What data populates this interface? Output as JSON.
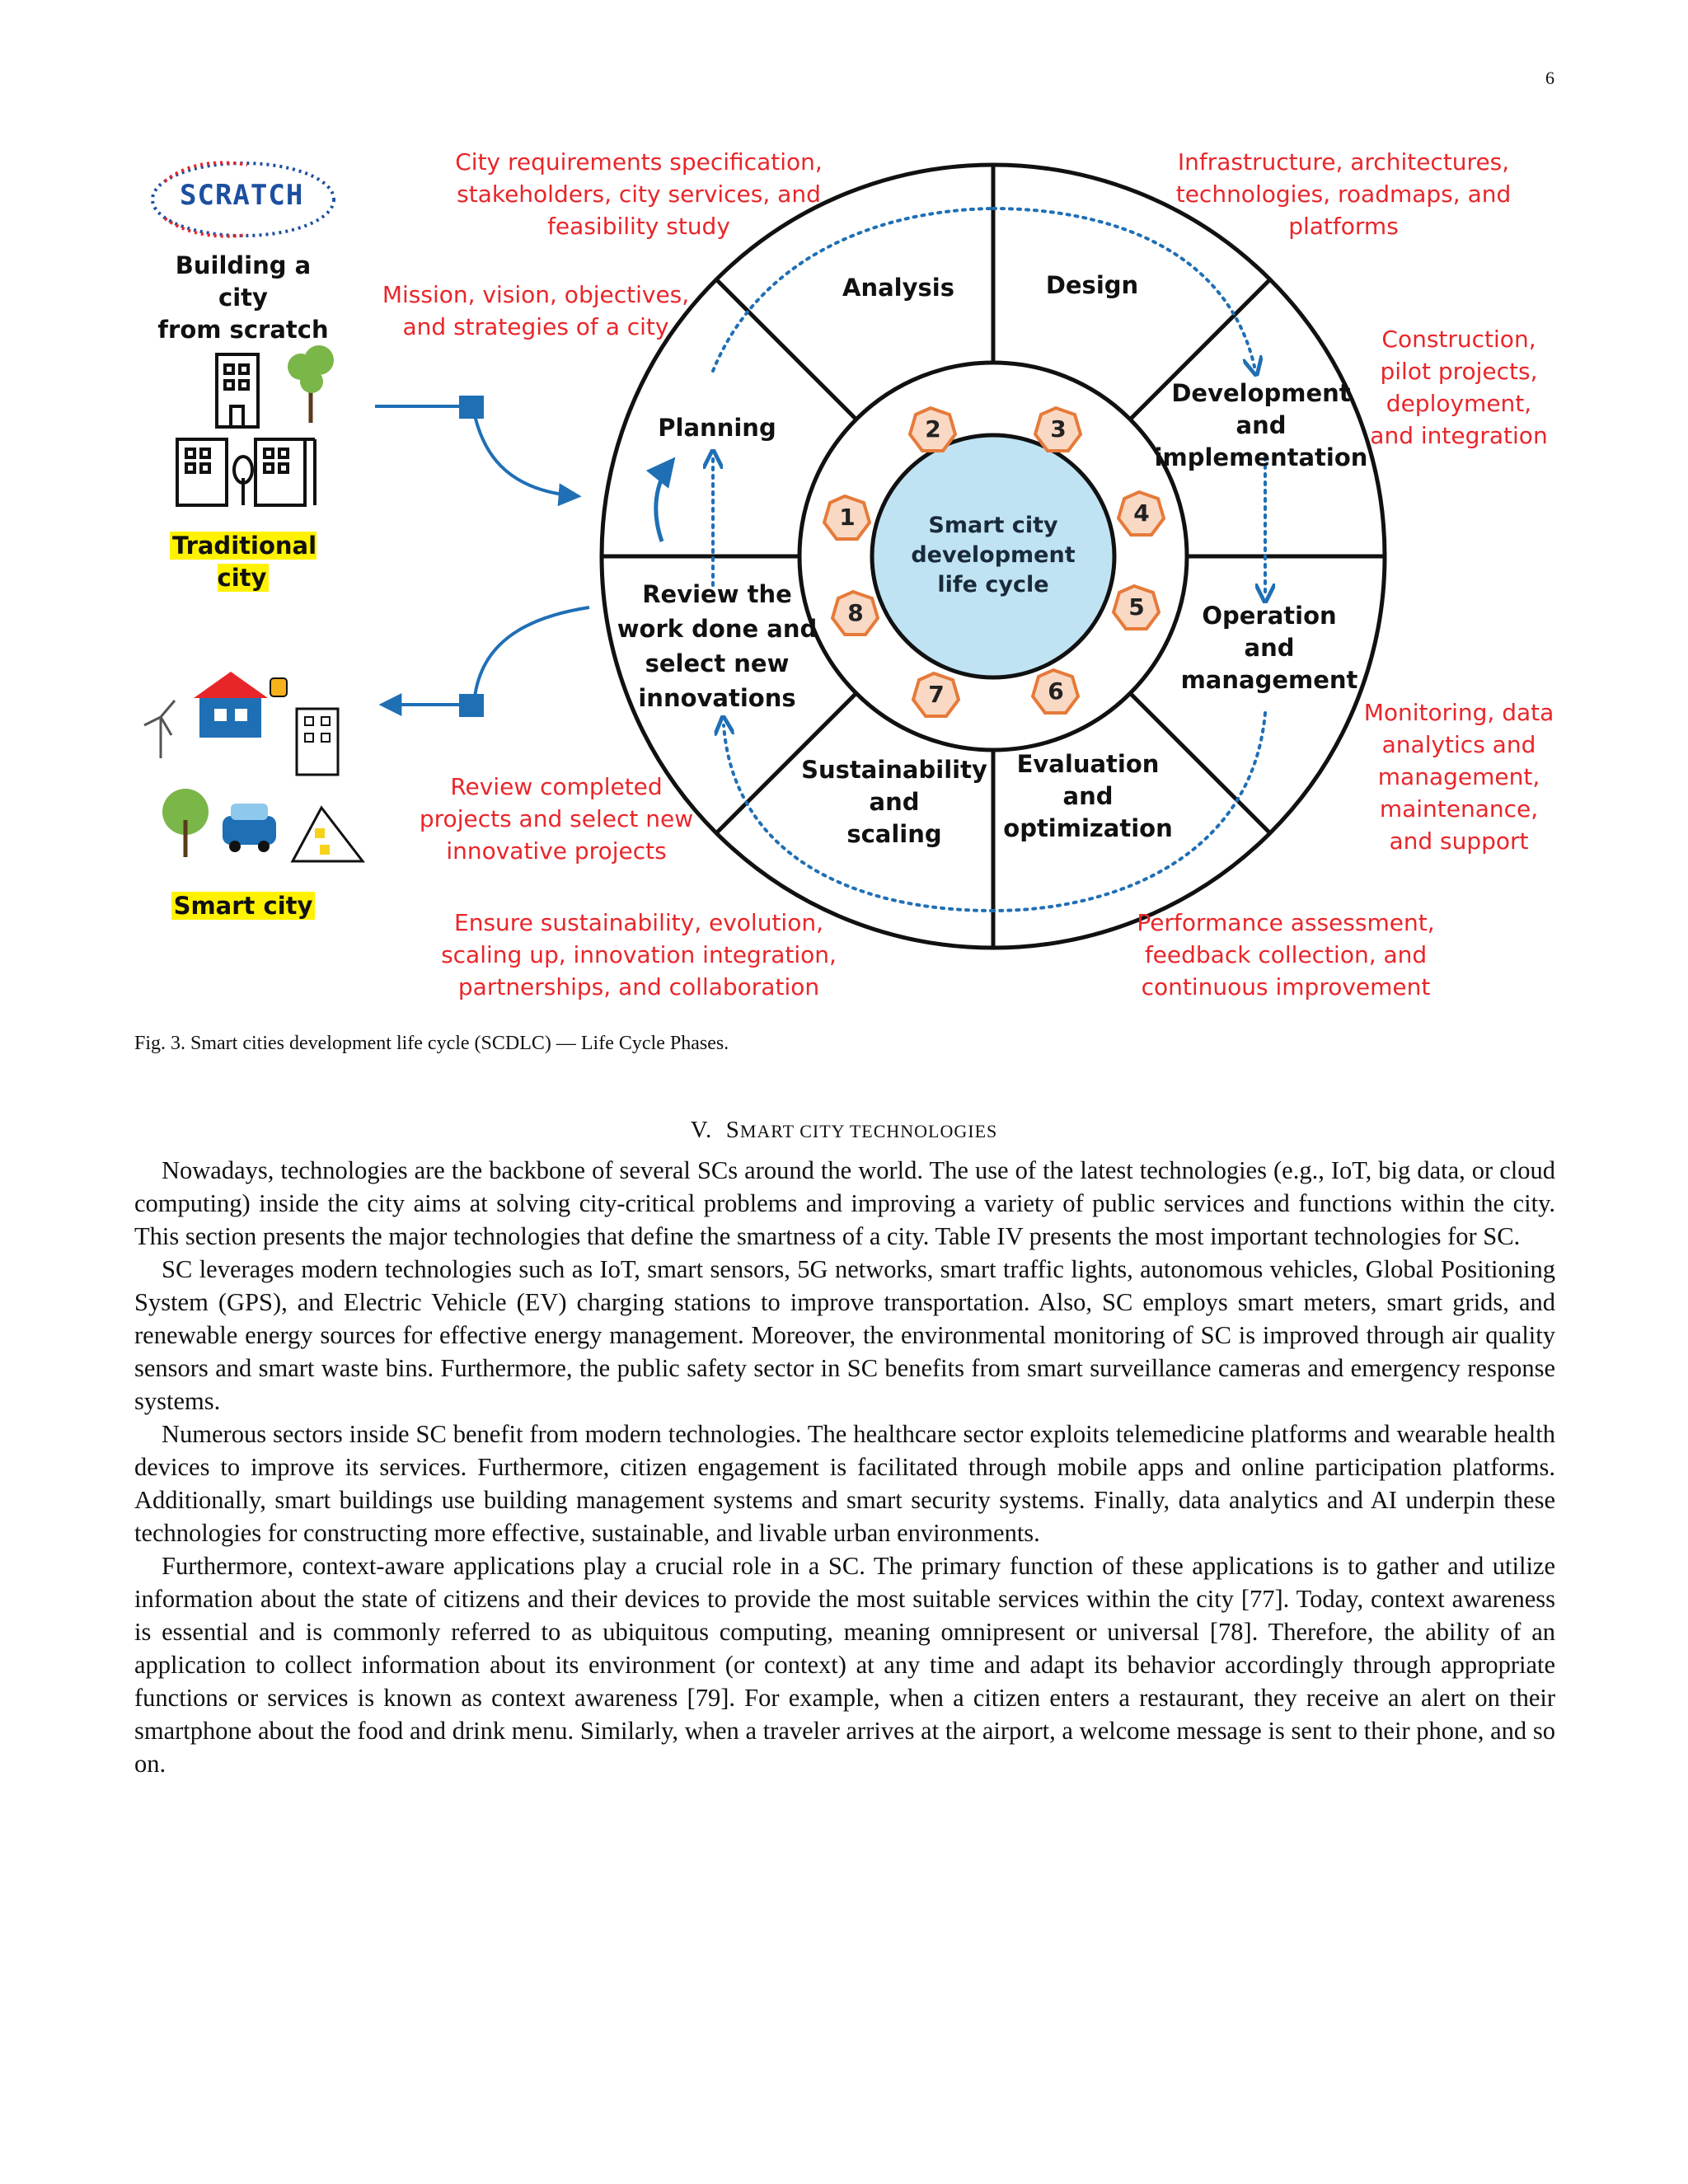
{
  "page": {
    "number": "6"
  },
  "figure": {
    "left_panel": {
      "scratch_logo": "SCRATCH",
      "from_scratch_label": "Building a city\nfrom scratch",
      "traditional_label": "Traditional city",
      "smart_label": "Smart city"
    },
    "center_label": "Smart city\ndevelopment\nlife cycle",
    "phases": {
      "analysis": "Analysis",
      "design": "Design",
      "development": "Development\nand\nimplementation",
      "operation": "Operation\nand\nmanagement",
      "evaluation": "Evaluation\nand\noptimization",
      "sustainability": "Sustainability\nand\nscaling",
      "review": "Review the\nwork done and\nselect new\ninnovations",
      "planning": "Planning"
    },
    "numbers": [
      "1",
      "2",
      "3",
      "4",
      "5",
      "6",
      "7",
      "8"
    ],
    "notes": {
      "analysis": "City requirements specification,\nstakeholders, city services, and\nfeasibility study",
      "design": "Infrastructure, architectures,\ntechnologies, roadmaps, and\nplatforms",
      "planning": "Mission, vision, objectives,\nand strategies of a city",
      "development": "Construction,\npilot projects,\ndeployment,\nand integration",
      "operation": "Monitoring, data\nanalytics and\nmanagement,\nmaintenance,\nand support",
      "review": "Review completed\nprojects and select new\ninnovative projects",
      "sustainability": "Ensure sustainability, evolution,\nscaling up, innovation integration,\npartnerships, and collaboration",
      "evaluation": "Performance assessment,\nfeedback collection, and\ncontinuous improvement"
    },
    "colors": {
      "note_red": "#e8262a",
      "center_fill": "#bfe3f3",
      "hex_fill": "#f9d9c4",
      "hex_stroke": "#e67a3a",
      "arrow_blue": "#1f6fb5",
      "highlight": "#fff200"
    },
    "caption": "Fig. 3.  Smart cities development life cycle (SCDLC) — Life Cycle Phases."
  },
  "section": {
    "numeral": "V.",
    "title_initial": "S",
    "title_rest": "mart city technologies"
  },
  "paragraphs": [
    "Nowadays, technologies are the backbone of several SCs around the world. The use of the latest technologies (e.g., IoT, big data, or cloud computing) inside the city aims at solving city-critical problems and improving a variety of public services and functions within the city. This section presents the major technologies that define the smartness of a city. Table IV presents the most important technologies for SC.",
    "SC leverages modern technologies such as IoT, smart sensors, 5G networks, smart traffic lights, autonomous vehicles, Global Positioning System (GPS), and Electric Vehicle (EV) charging stations to improve transportation. Also, SC employs smart meters, smart grids, and renewable energy sources for effective energy management. Moreover, the environmental monitoring of SC is improved through air quality sensors and smart waste bins. Furthermore, the public safety sector in SC benefits from smart surveillance cameras and emergency response systems.",
    "Numerous sectors inside SC benefit from modern technologies. The healthcare sector exploits telemedicine platforms and wearable health devices to improve its services. Furthermore, citizen engagement is facilitated through mobile apps and online participation platforms. Additionally, smart buildings use building management systems and smart security systems. Finally, data analytics and AI underpin these technologies for constructing more effective, sustainable, and livable urban environments.",
    "Furthermore, context-aware applications play a crucial role in a SC. The primary function of these applications is to gather and utilize information about the state of citizens and their devices to provide the most suitable services within the city [77]. Today, context awareness is essential and is commonly referred to as ubiquitous computing, meaning omnipresent or universal [78]. Therefore, the ability of an application to collect information about its environment (or context) at any time and adapt its behavior accordingly through appropriate functions or services is known as context awareness [79]. For example, when a citizen enters a restaurant, they receive an alert on their smartphone about the food and drink menu. Similarly, when a traveler arrives at the airport, a welcome message is sent to their phone, and so on."
  ]
}
